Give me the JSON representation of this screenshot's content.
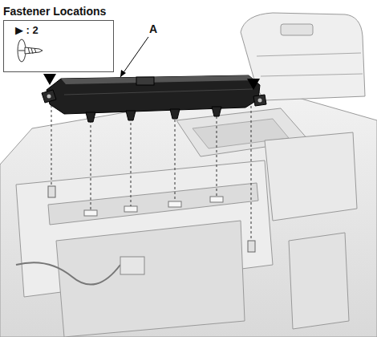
{
  "diagram": {
    "nodes": [
      {
        "text": [
          "Fastener Locations",
          "▶ : 2"
        ]
      }
    ],
    "labels": [
      "A"
    ]
  }
}
